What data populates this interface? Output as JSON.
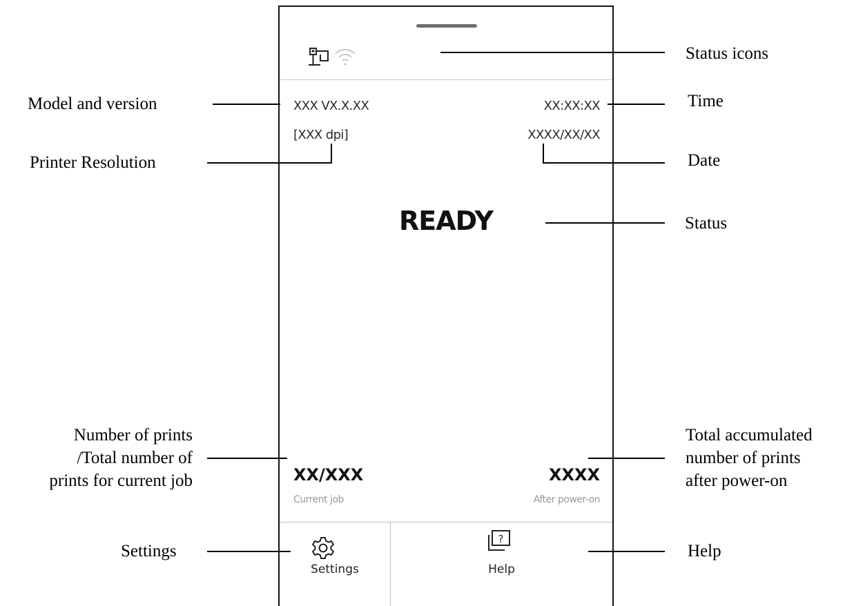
{
  "device": {
    "model_version": "XXX VX.X.XX",
    "resolution": "[XXX dpi]",
    "time": "XX:XX:XX",
    "date": "XXXX/XX/XX",
    "status": "READY",
    "current_count": "XX/XXX",
    "current_label": "Current job",
    "total_count": "XXXX",
    "total_label": "After power-on",
    "status_icons": [
      "wired-network-icon",
      "wifi-icon"
    ],
    "footer": {
      "settings_label": "Settings",
      "settings_icon": "gear-icon",
      "help_label": "Help",
      "help_icon": "help-icon"
    }
  },
  "annotations": {
    "status_icons": "Status icons",
    "model_version": "Model and version",
    "time": "Time",
    "printer_resolution": "Printer Resolution",
    "date": "Date",
    "status": "Status",
    "print_count_line1": "Number of prints",
    "print_count_line2": "/Total number of",
    "print_count_line3": "prints for current job",
    "total_line1": "Total accumulated",
    "total_line2": "number of prints",
    "total_line3": "after power-on",
    "settings": "Settings",
    "help": "Help"
  }
}
